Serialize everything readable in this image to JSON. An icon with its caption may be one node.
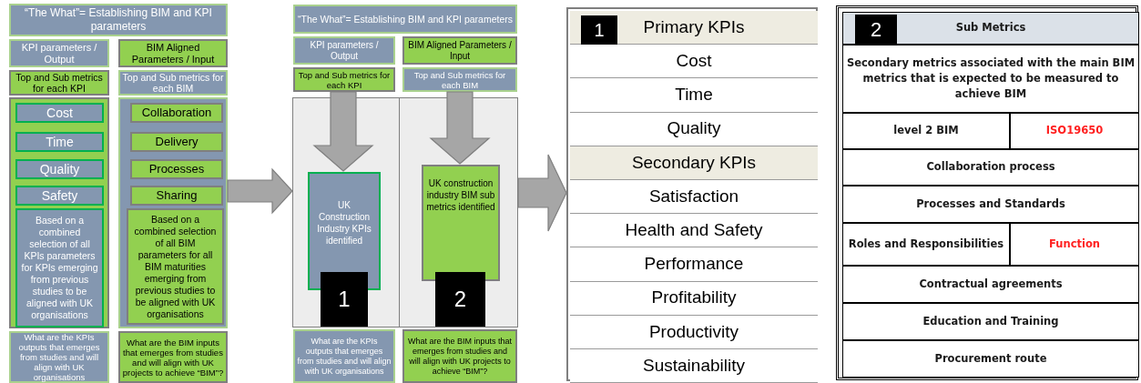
{
  "diagram": {
    "nodes": [
      {
        "text": [
          "“The What”= Establishing BIM and KPI parameters"
        ]
      },
      {
        "text": [
          "KPI parameters / Output"
        ]
      },
      {
        "text": [
          "BIM Aligned Parameters / Input"
        ]
      },
      {
        "text": [
          "Top and Sub metrics for each KPI"
        ]
      },
      {
        "text": [
          "Top and Sub metrics for each BIM"
        ]
      },
      {
        "text": [],
        "shape": "box"
      },
      {
        "text": [
          "Cost"
        ],
        "in": 5
      },
      {
        "text": [
          "Time"
        ],
        "in": 5
      },
      {
        "text": [
          "Quality"
        ],
        "in": 5
      },
      {
        "text": [
          "Safety"
        ],
        "in": 5
      },
      {
        "text": [
          "Based on a combined selection of all KPIs parameters for KPIs emerging from previous studies to be aligned with UK organisations"
        ],
        "in": 5
      },
      {
        "text": [],
        "shape": "box"
      },
      {
        "text": [
          "Collaboration"
        ],
        "in": 11
      },
      {
        "text": [
          "Delivery"
        ],
        "in": 11
      },
      {
        "text": [
          "Processes"
        ],
        "in": 11
      },
      {
        "text": [
          "Sharing"
        ],
        "in": 11
      },
      {
        "text": [
          "Based on a combined selection of all BIM parameters for all BIM maturities emerging from previous studies to be aligned with UK organisations"
        ],
        "in": 11
      },
      {
        "text": [
          "What are the KPIs outputs that emerges from studies and will align with UK organisations"
        ]
      },
      {
        "text": [
          "What are the BIM inputs that emerges from studies and will align with UK projects to achieve “BIM”?"
        ]
      },
      {
        "text": [
          "“The What”= Establishing BIM and KPI parameters"
        ]
      },
      {
        "text": [
          "KPI parameters / Output"
        ]
      },
      {
        "text": [
          "BIM Aligned Parameters / Input"
        ]
      },
      {
        "text": [
          "Top and Sub metrics for each KPI"
        ]
      },
      {
        "text": [
          "Top and Sub metrics for each BIM"
        ]
      },
      {
        "text": [],
        "shape": "box"
      },
      {
        "text": [
          "UK Construction Industry KPIs identified"
        ],
        "in": 24
      },
      {
        "text": [
          "UK construction industry BIM sub metrics identified"
        ],
        "in": 24
      },
      {
        "text": [
          "1"
        ],
        "in": 24
      },
      {
        "text": [
          "2"
        ],
        "in": 24
      },
      {
        "text": [
          "What are the KPIs outputs that emerges from studies and will align with UK organisations"
        ]
      },
      {
        "text": [
          "What are the BIM inputs that emerges from studies and will align with UK projects to achieve “BIM”?"
        ]
      },
      {
        "text": [],
        "shape": "box"
      },
      {
        "text": [
          "Primary KPIs"
        ],
        "in": 31
      },
      {
        "text": [
          "1"
        ],
        "in": 32
      },
      {
        "text": [
          "Cost"
        ],
        "in": 31
      },
      {
        "text": [
          "Time"
        ],
        "in": 31
      },
      {
        "text": [
          "Quality"
        ],
        "in": 31
      },
      {
        "text": [
          "Secondary KPIs"
        ],
        "in": 31
      },
      {
        "text": [
          "Satisfaction"
        ],
        "in": 31
      },
      {
        "text": [
          "Health and Safety"
        ],
        "in": 31
      },
      {
        "text": [
          "Performance"
        ],
        "in": 31
      },
      {
        "text": [
          "Profitability"
        ],
        "in": 31
      },
      {
        "text": [
          "Productivity"
        ],
        "in": 31
      },
      {
        "text": [
          "Sustainability"
        ],
        "in": 31
      },
      {
        "text": [],
        "shape": "box"
      },
      {
        "text": [
          "Sub Metrics"
        ],
        "in": 44
      },
      {
        "text": [
          "2"
        ],
        "in": 45
      },
      {
        "text": [
          "Secondary metrics associated with the main BIM metrics that is expected to be measured to achieve BIM"
        ],
        "in": 44
      },
      {
        "text": [
          "level 2 BIM"
        ],
        "in": 44
      },
      {
        "text": [
          "ISO19650"
        ],
        "in": 44
      },
      {
        "text": [
          "Collaboration process"
        ],
        "in": 44
      },
      {
        "text": [
          "Processes and Standards"
        ],
        "in": 44
      },
      {
        "text": [
          "Roles and Responsibilities"
        ],
        "in": 44
      },
      {
        "text": [
          "Function"
        ],
        "in": 44
      },
      {
        "text": [
          "Contractual agreements"
        ],
        "in": 44
      },
      {
        "text": [
          "Education and Training"
        ],
        "in": 44
      },
      {
        "text": [
          "Procurement route"
        ],
        "in": 44
      }
    ],
    "edges": [
      {
        "from": 11,
        "to": 24,
        "arrow": "to"
      },
      {
        "from": 24,
        "to": 31,
        "arrow": "to"
      },
      {
        "from": 22,
        "to": 25,
        "arrow": "to"
      },
      {
        "from": 23,
        "to": 26,
        "arrow": "to"
      }
    ]
  }
}
